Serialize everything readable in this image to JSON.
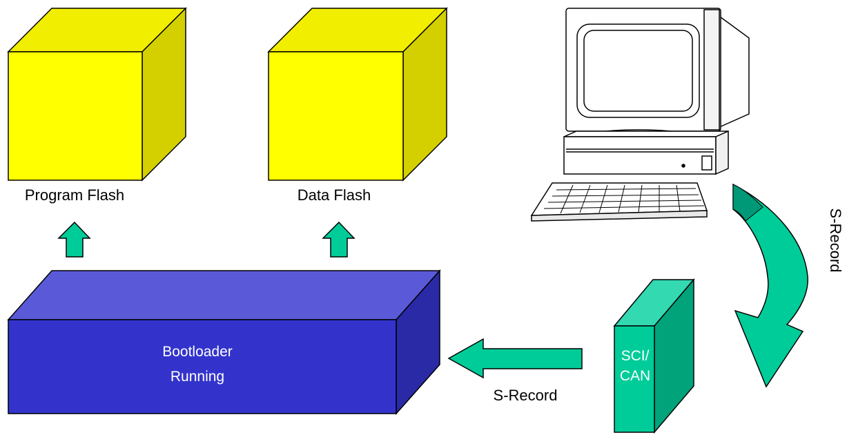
{
  "labels": {
    "program_flash": "Program Flash",
    "data_flash": "Data Flash",
    "bootloader_line1": "Bootloader",
    "bootloader_line2": "Running",
    "interface_line1": "SCI/",
    "interface_line2": "CAN",
    "srecord_bottom": "S-Record",
    "srecord_side": "S-Record"
  },
  "colors": {
    "flash_front": "#ffff00",
    "flash_top": "#f2ee00",
    "flash_side": "#d4d000",
    "bootloader_front": "#3333cc",
    "bootloader_top": "#5a5ad8",
    "bootloader_side": "#2a2aa6",
    "interface_front": "#00cc99",
    "interface_top": "#33d9b0",
    "interface_side": "#00a37a",
    "arrow_fill": "#00cc99",
    "curved_arrow_fill": "#00cc99",
    "curved_arrow_shade": "#009977"
  },
  "icons": {
    "computer": "desktop-computer-icon"
  }
}
